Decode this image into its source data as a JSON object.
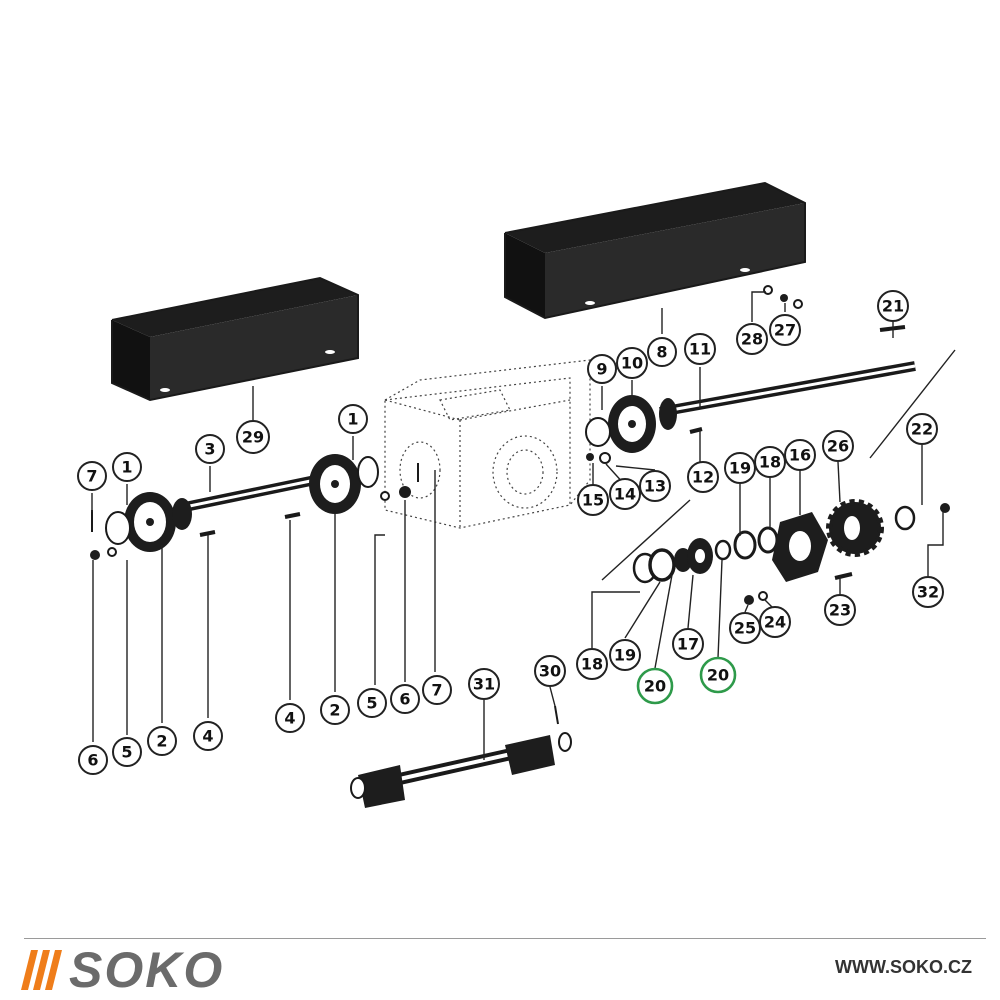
{
  "diagram": {
    "callouts": [
      {
        "id": "c7a",
        "label": "7"
      },
      {
        "id": "c1a",
        "label": "1"
      },
      {
        "id": "c3",
        "label": "3"
      },
      {
        "id": "c1b",
        "label": "1"
      },
      {
        "id": "c29",
        "label": "29"
      },
      {
        "id": "c6a",
        "label": "6"
      },
      {
        "id": "c5a",
        "label": "5"
      },
      {
        "id": "c2a",
        "label": "2"
      },
      {
        "id": "c4a",
        "label": "4"
      },
      {
        "id": "c4b",
        "label": "4"
      },
      {
        "id": "c2b",
        "label": "2"
      },
      {
        "id": "c5b",
        "label": "5"
      },
      {
        "id": "c6b",
        "label": "6"
      },
      {
        "id": "c7b",
        "label": "7"
      },
      {
        "id": "c9",
        "label": "9"
      },
      {
        "id": "c10",
        "label": "10"
      },
      {
        "id": "c8",
        "label": "8"
      },
      {
        "id": "c11",
        "label": "11"
      },
      {
        "id": "c28",
        "label": "28"
      },
      {
        "id": "c27",
        "label": "27"
      },
      {
        "id": "c21",
        "label": "21"
      },
      {
        "id": "c15",
        "label": "15"
      },
      {
        "id": "c14",
        "label": "14"
      },
      {
        "id": "c13",
        "label": "13"
      },
      {
        "id": "c12",
        "label": "12"
      },
      {
        "id": "c19a",
        "label": "19"
      },
      {
        "id": "c18a",
        "label": "18"
      },
      {
        "id": "c16",
        "label": "16"
      },
      {
        "id": "c26",
        "label": "26"
      },
      {
        "id": "c22",
        "label": "22"
      },
      {
        "id": "c32",
        "label": "32"
      },
      {
        "id": "c23",
        "label": "23"
      },
      {
        "id": "c25",
        "label": "25"
      },
      {
        "id": "c24",
        "label": "24"
      },
      {
        "id": "c17",
        "label": "17"
      },
      {
        "id": "c18b",
        "label": "18"
      },
      {
        "id": "c19b",
        "label": "19"
      },
      {
        "id": "c20a",
        "label": "20",
        "highlighted": true
      },
      {
        "id": "c20b",
        "label": "20",
        "highlighted": true
      },
      {
        "id": "c30",
        "label": "30"
      },
      {
        "id": "c31",
        "label": "31"
      }
    ],
    "highlight_color": "#2e9a4a"
  },
  "footer": {
    "brand": "SOKO",
    "brand_accent_color": "#ef7d1a",
    "brand_text_color": "#6b6b6b",
    "url": "WWW.SOKO.CZ"
  }
}
